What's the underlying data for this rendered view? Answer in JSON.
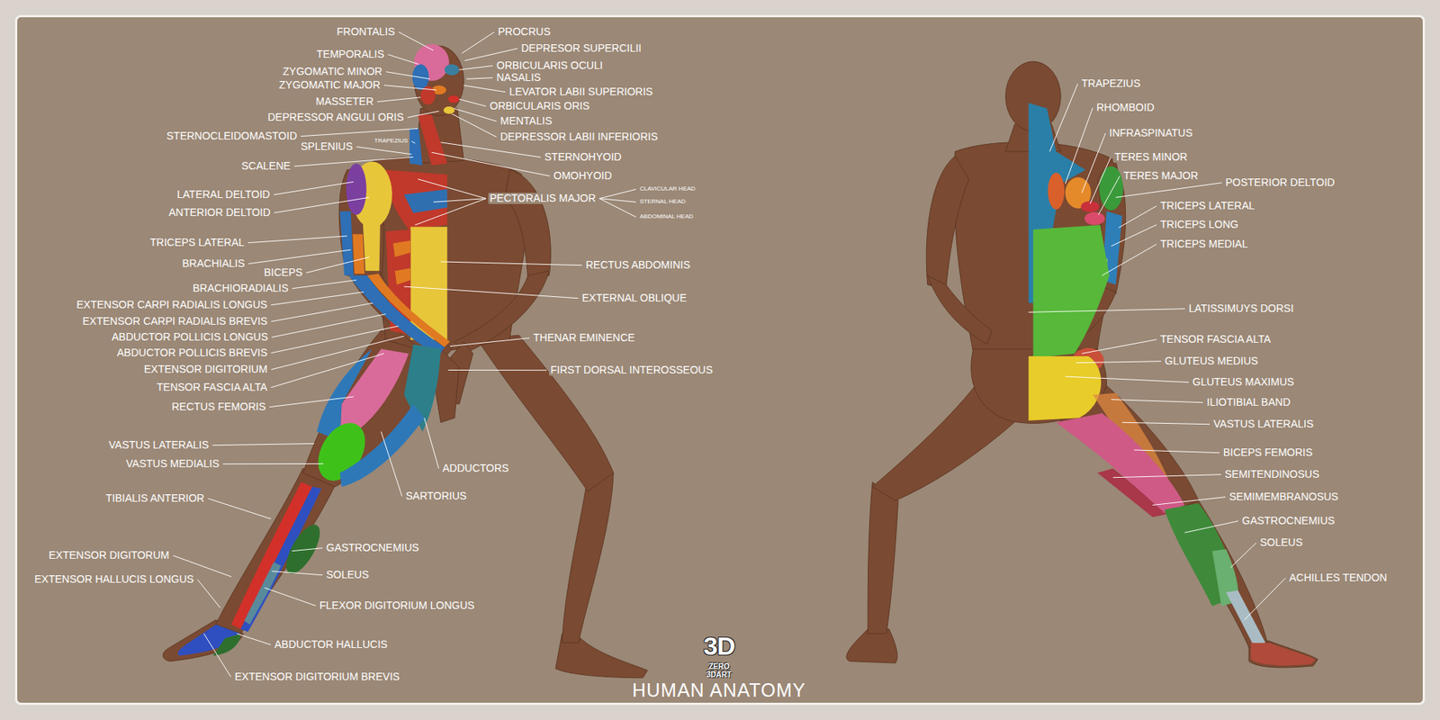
{
  "diagram": {
    "title": "HUMAN ANATOMY",
    "labels": [
      "FRONTALIS",
      "TEMPORALIS",
      "ZYGOMATIC MINOR",
      "ZYGOMATIC MAJOR",
      "MASSETER",
      "DEPRESSOR ANGULI ORIS",
      "STERNOCLEIDOMASTOID",
      "SPLENIUS",
      "TRAPEZIUS",
      "SCALENE",
      "LATERAL DELTOID",
      "ANTERIOR DELTOID",
      "TRICEPS LATERAL",
      "BRACHIALIS",
      "BICEPS",
      "BRACHIORADIALIS",
      "EXTENSOR CARPI RADIALIS LONGUS",
      "EXTENSOR CARPI RADIALIS BREVIS",
      "ABDUCTOR POLLICIS LONGUS",
      "ABDUCTOR POLLICIS BREVIS",
      "EXTENSOR DIGITORIUM",
      "TENSOR FASCIA ALTA",
      "RECTUS FEMORIS",
      "VASTUS LATERALIS",
      "VASTUS MEDIALIS",
      "TIBIALIS ANTERIOR",
      "EXTENSOR DIGITORUM",
      "EXTENSOR HALLUCIS LONGUS",
      "GASTROCNEMIUS",
      "SOLEUS",
      "FLEXOR DIGITORIUM LONGUS",
      "ABDUCTOR HALLUCIS",
      "EXTENSOR DIGITORIUM BREVIS",
      "SARTORIUS",
      "ADDUCTORS",
      "PROCRUS",
      "DEPRESOR SUPERCILII",
      "ORBICULARIS OCULI",
      "NASALIS",
      "LEVATOR LABII SUPERIORIS",
      "ORBICULARIS ORIS",
      "MENTALIS",
      "DEPRESSOR LABII INFERIORIS",
      "STERNOHYOID",
      "OMOHYOID",
      "PECTORALIS MAJOR",
      "CLAVICULAR HEAD",
      "STERNAL HEAD",
      "ABDOMINAL HEAD",
      "RECTUS ABDOMINIS",
      "EXTERNAL OBLIQUE",
      "THENAR EMINENCE",
      "FIRST DORSAL INTEROSSEOUS",
      "TRAPEZIUS",
      "RHOMBOID",
      "INFRASPINATUS",
      "TERES MINOR",
      "TERES MAJOR",
      "POSTERIOR DELTOID",
      "TRICEPS LATERAL",
      "TRICEPS LONG",
      "TRICEPS MEDIAL",
      "LATISSIMUYS DORSI",
      "TENSOR FASCIA ALTA",
      "GLUTEUS MEDIUS",
      "GLUTEUS MAXIMUS",
      "ILIOTIBIAL BAND",
      "VASTUS LATERALIS",
      "BICEPS FEMORIS",
      "SEMITENDINOSUS",
      "SEMIMEMBRANOSUS",
      "GASTROCNEMIUS",
      "SOLEUS",
      "ACHILLES TENDON",
      "3D",
      "ZERO",
      "3DART"
    ]
  }
}
